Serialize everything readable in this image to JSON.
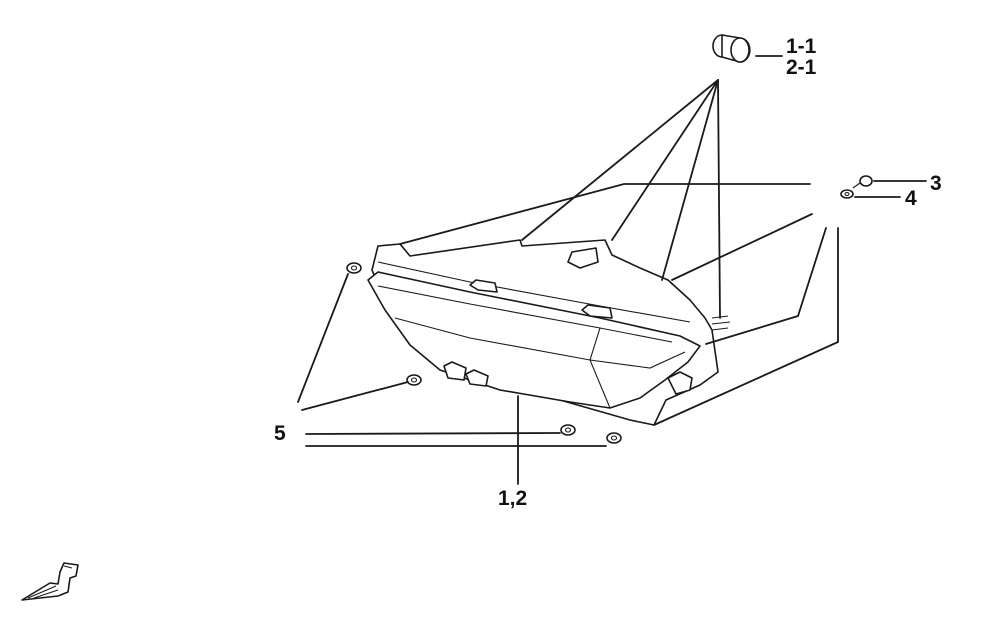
{
  "diagram": {
    "callouts": {
      "part_1_1": "1-1",
      "part_2_1": "2-1",
      "part_3": "3",
      "part_4": "4",
      "part_5": "5",
      "part_1_2": "1,2"
    }
  }
}
